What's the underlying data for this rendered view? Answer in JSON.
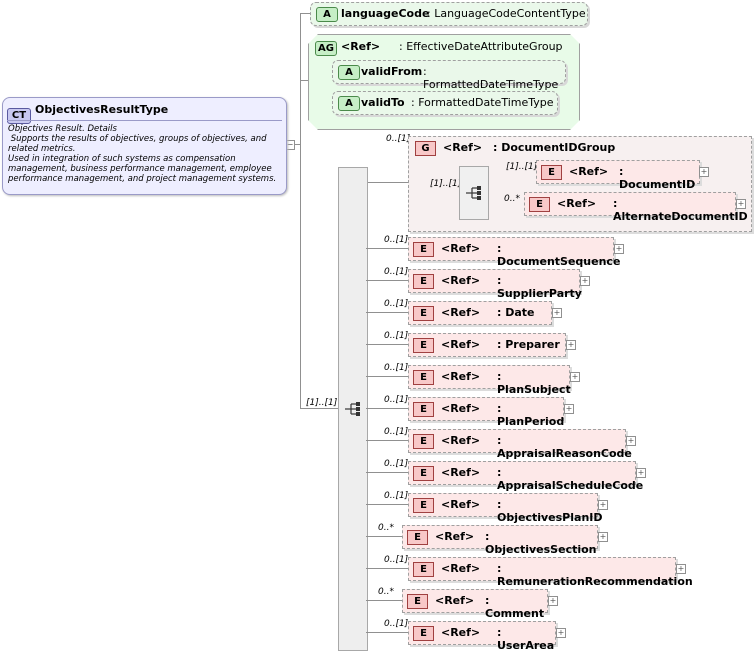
{
  "complex_type": {
    "badge": "CT",
    "name": "ObjectivesResultType",
    "doc_line1": "Objectives Result. Details",
    "doc_line2": " Supports the results of objectives, groups of objectives, and related metrics.",
    "doc_line3": "Used in integration of such systems as compensation management, business performance management, employee performance management, and project management systems."
  },
  "attribute": {
    "badge": "A",
    "name": "languageCode",
    "type": ": LanguageCodeContentType"
  },
  "attribute_group": {
    "badge": "AG",
    "ref": "<Ref>",
    "type": ": EffectiveDateAttributeGroup",
    "attributes": [
      {
        "badge": "A",
        "name": "validFrom",
        "type": ": FormattedDateTimeType"
      },
      {
        "badge": "A",
        "name": "validTo",
        "type": ": FormattedDateTimeType"
      }
    ]
  },
  "sequence": {
    "cardinality": "[1]..[1]"
  },
  "group": {
    "badge": "G",
    "ref": "<Ref>",
    "name": ": DocumentIDGroup",
    "cardinality": "0..[1]",
    "choice_cardinality": "[1]..[1]",
    "children": [
      {
        "badge": "E",
        "ref": "<Ref>",
        "name": ": DocumentID",
        "cardinality": "[1]..[1]"
      },
      {
        "badge": "E",
        "ref": "<Ref>",
        "name": ": AlternateDocumentID",
        "cardinality": "0..*"
      }
    ]
  },
  "elements": [
    {
      "badge": "E",
      "ref": "<Ref>",
      "name": ": DocumentSequence",
      "cardinality": "0..[1]"
    },
    {
      "badge": "E",
      "ref": "<Ref>",
      "name": ": SupplierParty",
      "cardinality": "0..[1]"
    },
    {
      "badge": "E",
      "ref": "<Ref>",
      "name": ": Date",
      "cardinality": "0..[1]"
    },
    {
      "badge": "E",
      "ref": "<Ref>",
      "name": ": Preparer",
      "cardinality": "0..[1]"
    },
    {
      "badge": "E",
      "ref": "<Ref>",
      "name": ": PlanSubject",
      "cardinality": "0..[1]"
    },
    {
      "badge": "E",
      "ref": "<Ref>",
      "name": ": PlanPeriod",
      "cardinality": "0..[1]"
    },
    {
      "badge": "E",
      "ref": "<Ref>",
      "name": ": AppraisalReasonCode",
      "cardinality": "0..[1]"
    },
    {
      "badge": "E",
      "ref": "<Ref>",
      "name": ": AppraisalScheduleCode",
      "cardinality": "0..[1]"
    },
    {
      "badge": "E",
      "ref": "<Ref>",
      "name": ": ObjectivesPlanID",
      "cardinality": "0..[1]"
    },
    {
      "badge": "E",
      "ref": "<Ref>",
      "name": ": ObjectivesSection",
      "cardinality": "0..*"
    },
    {
      "badge": "E",
      "ref": "<Ref>",
      "name": ": RemunerationRecommendation",
      "cardinality": "0..[1]"
    },
    {
      "badge": "E",
      "ref": "<Ref>",
      "name": ": Comment",
      "cardinality": "0..*"
    },
    {
      "badge": "E",
      "ref": "<Ref>",
      "name": ": UserArea",
      "cardinality": "0..[1]"
    }
  ],
  "icons": {
    "expand": "expand-plus-icon",
    "collapse": "collapse-minus-icon",
    "sequence": "sequence-compositor-icon",
    "choice": "choice-compositor-icon"
  }
}
